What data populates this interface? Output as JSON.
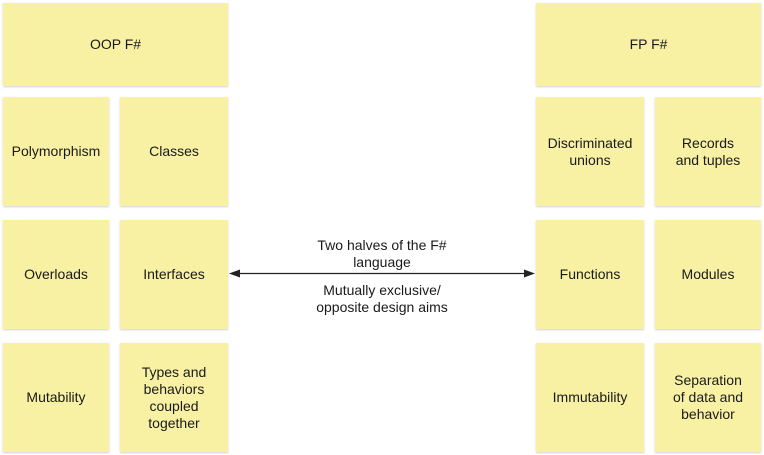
{
  "left": {
    "header": "OOP F#",
    "notes": [
      "Polymorphism",
      "Classes",
      "Overloads",
      "Interfaces",
      "Mutability",
      "Types and\nbehaviors\ncoupled\ntogether"
    ]
  },
  "right": {
    "header": "FP F#",
    "notes": [
      "Discriminated\nunions",
      "Records\nand tuples",
      "Functions",
      "Modules",
      "Immutability",
      "Separation\nof data and\nbehavior"
    ]
  },
  "center": {
    "top_text": "Two halves of the F#\nlanguage",
    "bottom_text": "Mutually exclusive/\nopposite design aims"
  },
  "colors": {
    "note": "#f8f0a3",
    "arrow": "#222222"
  }
}
